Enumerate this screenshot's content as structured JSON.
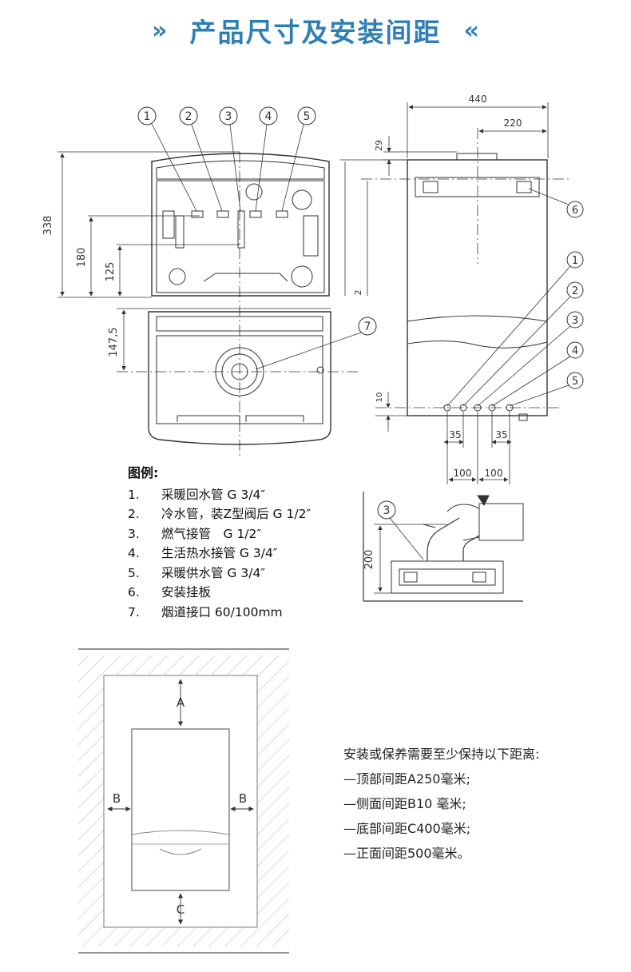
{
  "header": {
    "title": "产品尺寸及安装间距",
    "deco_left": "»",
    "deco_right": "«",
    "color": "#2f7fb4"
  },
  "front_view": {
    "callouts": [
      "1",
      "2",
      "3",
      "4",
      "5"
    ],
    "dim_338": "338",
    "dim_180": "180",
    "dim_125": "125"
  },
  "bottom_view": {
    "callout": "7",
    "dim_147_5": "147,5"
  },
  "side_view": {
    "dim_440": "440",
    "dim_220": "220",
    "dim_29": "29",
    "dim_2": "2",
    "dim_10": "10",
    "dim_35_left": "35",
    "dim_35_right": "35",
    "dim_100_left": "100",
    "dim_100_right": "100",
    "callouts": [
      "6",
      "1",
      "2",
      "3",
      "4",
      "5"
    ]
  },
  "detail_view": {
    "callout": "3",
    "dim_200": "200"
  },
  "legend": {
    "title": "图例:",
    "items": [
      {
        "num": "1.",
        "text": "采暖回水管 G 3/4″"
      },
      {
        "num": "2.",
        "text": "冷水管，装Z型阀后 G 1/2″"
      },
      {
        "num": "3.",
        "text": "燃气接管　G 1/2″"
      },
      {
        "num": "4.",
        "text": "生活热水接管 G 3/4″"
      },
      {
        "num": "5.",
        "text": "采暖供水管 G 3/4″"
      },
      {
        "num": "6.",
        "text": "安装挂板"
      },
      {
        "num": "7.",
        "text": "烟道接口 60/100mm"
      }
    ]
  },
  "clearance": {
    "label_a": "A",
    "label_b_left": "B",
    "label_b_right": "B",
    "label_c": "C"
  },
  "notes": {
    "line1": "安装或保养需要至少保持以下距离:",
    "line2": "—顶部间距A250毫米;",
    "line3": "—侧面间距B10 毫米;",
    "line4": "—底部间距C400毫米;",
    "line5": "—正面间距500毫米。"
  }
}
